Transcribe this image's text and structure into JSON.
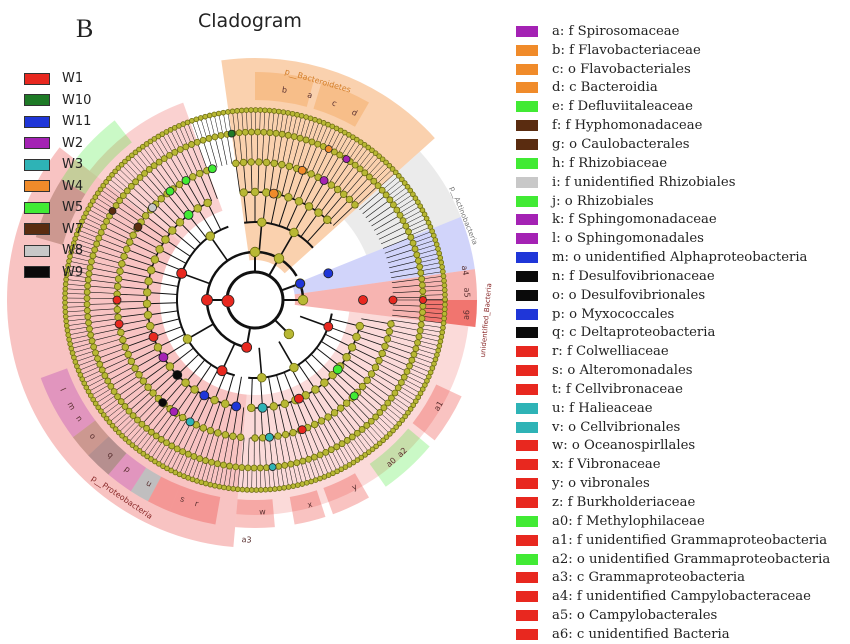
{
  "panel_label": "B",
  "title": "Cladogram",
  "legend": [
    {
      "label": "W1",
      "color": "#e8281f"
    },
    {
      "label": "W10",
      "color": "#1e7a26"
    },
    {
      "label": "W11",
      "color": "#1f36d8"
    },
    {
      "label": "W2",
      "color": "#a422b4"
    },
    {
      "label": "W3",
      "color": "#2eb3b6"
    },
    {
      "label": "W4",
      "color": "#f08b2a"
    },
    {
      "label": "W5",
      "color": "#41ea34"
    },
    {
      "label": "W7",
      "color": "#5a2c10"
    },
    {
      "label": "W8",
      "color": "#c8c8c8"
    },
    {
      "label": "W9",
      "color": "#0a0a0a"
    }
  ],
  "clade_labels": {
    "bacteroidetes": "p__Bacteroidetes",
    "proteobacteria": "p__Proteobacteria",
    "unidentified_bacteria": "unidentified_Bacteria",
    "actinobacteria": "p__Actinobacteria"
  },
  "taxa": [
    {
      "key": "a",
      "name": "a: f Spirosomaceae",
      "color": "#a422b4"
    },
    {
      "key": "b",
      "name": "b: f Flavobacteriaceae",
      "color": "#f08b2a"
    },
    {
      "key": "c",
      "name": "c: o Flavobacteriales",
      "color": "#f08b2a"
    },
    {
      "key": "d",
      "name": "d: c Bacteroidia",
      "color": "#f08b2a"
    },
    {
      "key": "e",
      "name": "e: f Defluviitaleaceae",
      "color": "#41ea34"
    },
    {
      "key": "f",
      "name": "f: f Hyphomonadaceae",
      "color": "#5a2c10"
    },
    {
      "key": "g",
      "name": "g: o Caulobacterales",
      "color": "#5a2c10"
    },
    {
      "key": "h",
      "name": "h: f Rhizobiaceae",
      "color": "#41ea34"
    },
    {
      "key": "i",
      "name": "i: f unidentified Rhizobiales",
      "color": "#c8c8c8"
    },
    {
      "key": "j",
      "name": "j: o Rhizobiales",
      "color": "#41ea34"
    },
    {
      "key": "k",
      "name": "k: f Sphingomonadaceae",
      "color": "#a422b4"
    },
    {
      "key": "l",
      "name": "l: o Sphingomonadales",
      "color": "#a422b4"
    },
    {
      "key": "m",
      "name": "m: o unidentified Alphaproteobacteria",
      "color": "#1f36d8"
    },
    {
      "key": "n",
      "name": "n: f Desulfovibrionaceae",
      "color": "#0a0a0a"
    },
    {
      "key": "o",
      "name": "o: o Desulfovibrionales",
      "color": "#0a0a0a"
    },
    {
      "key": "p",
      "name": "p: o Myxococcales",
      "color": "#1f36d8"
    },
    {
      "key": "q",
      "name": "q: c Deltaproteobacteria",
      "color": "#0a0a0a"
    },
    {
      "key": "r",
      "name": "r: f Colwelliaceae",
      "color": "#e8281f"
    },
    {
      "key": "s",
      "name": "s: o Alteromonadales",
      "color": "#e8281f"
    },
    {
      "key": "t",
      "name": "t: f Cellvibronaceae",
      "color": "#e8281f"
    },
    {
      "key": "u",
      "name": "u: f Halieaceae",
      "color": "#2eb3b6"
    },
    {
      "key": "v",
      "name": "v: o Cellvibrionales",
      "color": "#2eb3b6"
    },
    {
      "key": "w",
      "name": "w: o Oceanospirllales",
      "color": "#e8281f"
    },
    {
      "key": "x",
      "name": "x: f Vibronaceae",
      "color": "#e8281f"
    },
    {
      "key": "y",
      "name": "y: o vibronales",
      "color": "#e8281f"
    },
    {
      "key": "z",
      "name": "z: f Burkholderiaceae",
      "color": "#e8281f"
    },
    {
      "key": "a0",
      "name": "a0: f Methylophilaceae",
      "color": "#41ea34"
    },
    {
      "key": "a1",
      "name": "a1: f unidentified Grammaproteobacteria",
      "color": "#e8281f"
    },
    {
      "key": "a2",
      "name": "a2: o unidentified Grammaproteobacteria",
      "color": "#41ea34"
    },
    {
      "key": "a3",
      "name": "a3: c Grammaproteobacteria",
      "color": "#e8281f"
    },
    {
      "key": "a4",
      "name": "a4: f unidentified Campylobacteraceae",
      "color": "#e8281f"
    },
    {
      "key": "a5",
      "name": "a5: o Campylobacterales",
      "color": "#e8281f"
    },
    {
      "key": "a6",
      "name": "a6: c unidentified Bacteria",
      "color": "#e8281f"
    }
  ],
  "colors": {
    "node_default": "#b8b834",
    "node_stroke": "#6b6b10",
    "branch": "#111111"
  }
}
